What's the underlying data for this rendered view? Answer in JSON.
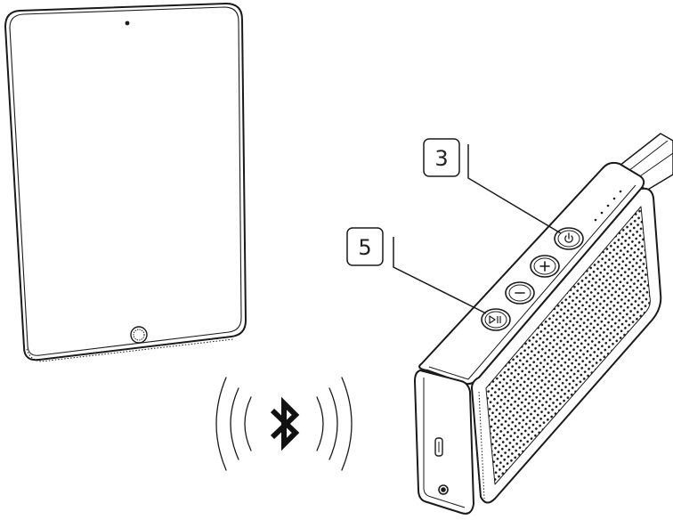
{
  "callouts": [
    {
      "number": "3",
      "target": "power-button"
    },
    {
      "number": "5",
      "target": "play-pause-button"
    }
  ],
  "icons": {
    "bluetooth": "bluetooth-icon",
    "power": "power-icon",
    "plus": "plus-icon",
    "minus": "minus-icon",
    "play_pause": "play-pause-icon"
  },
  "colors": {
    "line": "#1a1a1a",
    "background": "#ffffff"
  }
}
